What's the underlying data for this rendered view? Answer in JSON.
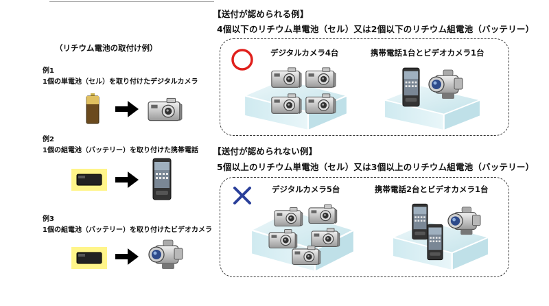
{
  "left": {
    "title": "（リチウム電池の取付け例）",
    "examples": [
      {
        "label": "例1",
        "desc": "1個の単電池（セル）を取り付けたデジタルカメラ"
      },
      {
        "label": "例2",
        "desc": "1個の組電池（バッテリー）を取り付けた携帯電話"
      },
      {
        "label": "例3",
        "desc": "1個の組電池（バッテリー）を取り付けたビデオカメラ"
      }
    ]
  },
  "allowed": {
    "heading": "【送付が認められる例】",
    "condition": "4個以下のリチウム単電池（セル）又は2個以下のリチウム組電池（バッテリー）",
    "mark": "circle",
    "left_caption": "デジタルカメラ4台",
    "right_caption": "携帯電話1台とビデオカメラ1台"
  },
  "not_allowed": {
    "heading": "【送付が認められない例】",
    "condition": "5個以上のリチウム単電池（セル）又は3個以上のリチウム組電池（バッテリー）",
    "mark": "cross",
    "left_caption": "デジタルカメラ5台",
    "right_caption": "携帯電話2台とビデオカメラ1台"
  },
  "colors": {
    "circle_mark": "#e0201c",
    "cross_mark": "#2a3f9a",
    "box_glass": "#d6eef3",
    "battery_pad": "#fff58a"
  }
}
